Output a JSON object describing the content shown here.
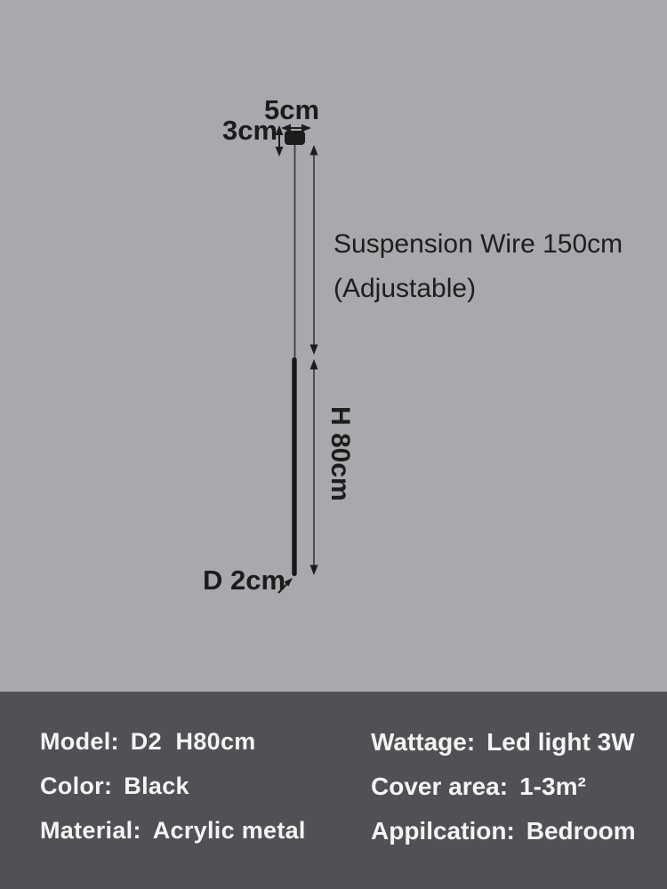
{
  "colors": {
    "background_top": "#a9a9ad",
    "background_bottom": "#515155",
    "diagram_ink": "#1c1c1c",
    "spec_text": "#f4f4f4"
  },
  "diagram": {
    "canopy_width_label": "5cm",
    "canopy_height_label": "3cm",
    "suspension_line1": "Suspension Wire 150cm",
    "suspension_line2": "(Adjustable)",
    "rod_height_label": "H 80cm",
    "rod_diameter_label": "D 2cm"
  },
  "specs": {
    "left": [
      {
        "label": "Model:",
        "value": "D2  H80cm"
      },
      {
        "label": "Color:",
        "value": "Black"
      },
      {
        "label": "Material:",
        "value": "Acrylic metal"
      }
    ],
    "right": [
      {
        "label": "Wattage:",
        "value": "Led light 3W"
      },
      {
        "label": "Cover area:",
        "value": "1-3m²"
      },
      {
        "label": "Appilcation:",
        "value": "Bedroom"
      }
    ]
  }
}
